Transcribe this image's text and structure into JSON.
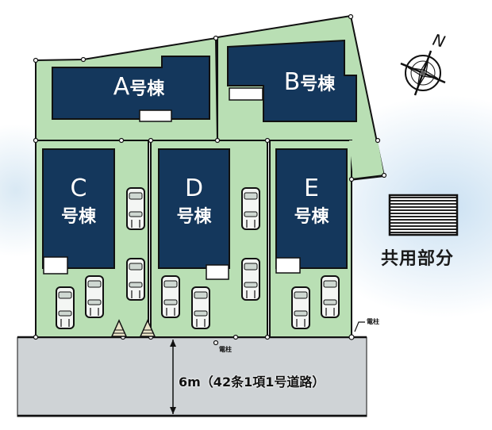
{
  "plan": {
    "buildings": [
      {
        "id": "A",
        "letter": "A",
        "suffix": "号棟"
      },
      {
        "id": "B",
        "letter": "B",
        "suffix": "号棟"
      },
      {
        "id": "C",
        "letter": "C",
        "suffix": "号棟"
      },
      {
        "id": "D",
        "letter": "D",
        "suffix": "号棟"
      },
      {
        "id": "E",
        "letter": "E",
        "suffix": "号棟"
      }
    ],
    "legend": {
      "common_area_label": "共用部分",
      "icon": "hatched-rectangle-icon"
    },
    "compass": {
      "north_label": "N",
      "icon": "compass-rose-icon"
    },
    "road": {
      "label": "6m（42条1項1号道路）"
    },
    "utility_poles": [
      {
        "label": "電柱",
        "position": "road"
      },
      {
        "label": "電柱",
        "position": "east-corner"
      }
    ],
    "colors": {
      "lot_fill": "#b9dfb4",
      "building_fill": "#14375c",
      "road_fill": "#cfd3d6",
      "outline": "#111111"
    }
  }
}
